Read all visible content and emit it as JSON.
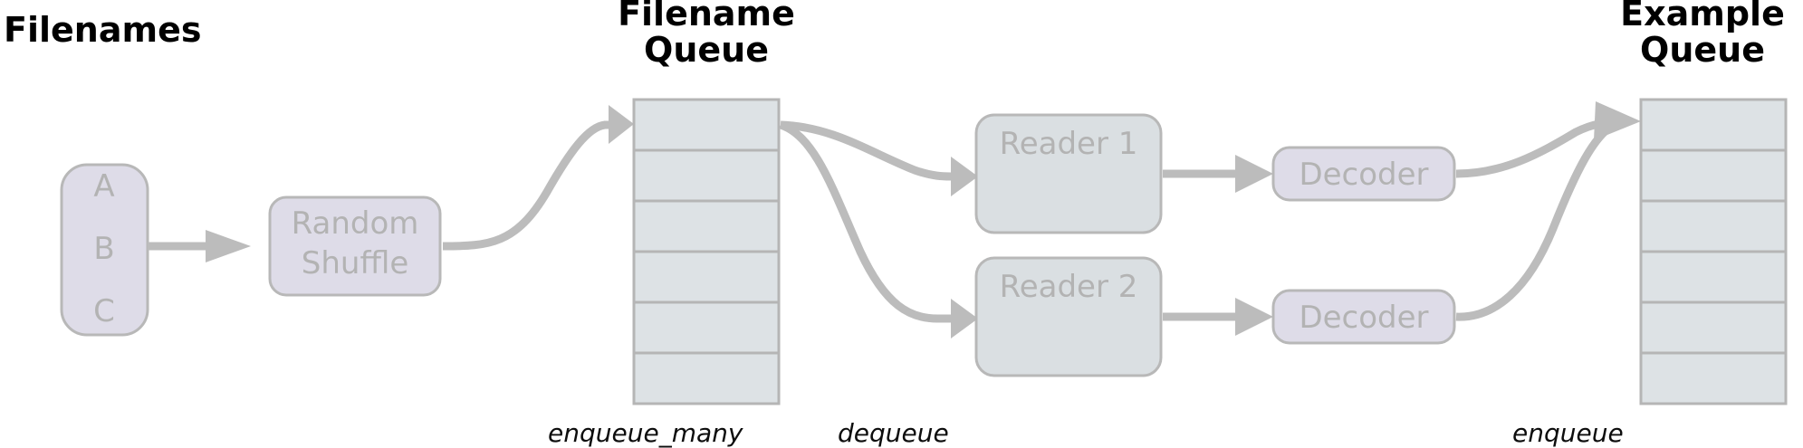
{
  "diagram": {
    "title_filenames": "Filenames",
    "title_filename_queue_line1": "Filename",
    "title_filename_queue_line2": "Queue",
    "title_example_queue_line1": "Example",
    "title_example_queue_line2": "Queue",
    "filenames_items": [
      "A",
      "B",
      "C"
    ],
    "shuffle_line1": "Random",
    "shuffle_line2": "Shuffle",
    "reader1_label": "Reader 1",
    "reader2_label": "Reader 2",
    "decoder1_label": "Decoder",
    "decoder2_label": "Decoder",
    "op_enqueue_many": "enqueue_many",
    "op_dequeue": "dequeue",
    "op_enqueue": "enqueue",
    "filename_queue_cells": 6,
    "example_queue_cells": 6,
    "colors": {
      "background": "#ffffff",
      "lavender_fill": "#dedce8",
      "slate_fill": "#dadfe2",
      "queue_cell_fill": "#dde2e5",
      "box_stroke": "#b8b8b8",
      "edge_gray": "#bcbcbc",
      "node_text": "#b3b3b3",
      "title_text": "#000000",
      "op_text": "#0d0d0d"
    }
  }
}
